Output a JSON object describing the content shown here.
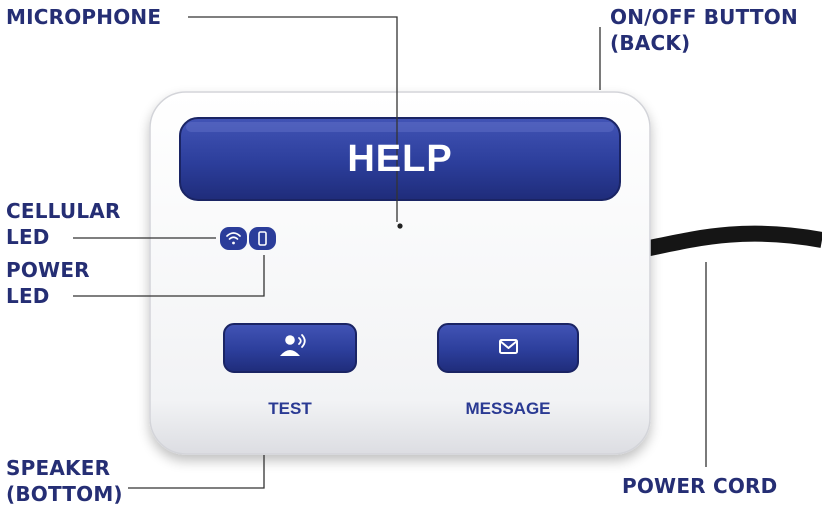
{
  "labels": {
    "microphone": "MICROPHONE",
    "on_off_line1": "ON/OFF BUTTON",
    "on_off_line2": "(BACK)",
    "cellular_line1": "CELLULAR",
    "cellular_line2": "LED",
    "power_line1": "POWER",
    "power_line2": "LED",
    "speaker_line1": "SPEAKER",
    "speaker_line2": "(BOTTOM)",
    "power_cord": "POWER CORD"
  },
  "device": {
    "help_label": "HELP",
    "test_label": "TEST",
    "message_label": "MESSAGE"
  },
  "colors": {
    "label_text": "#252e74",
    "button_blue": "#2b3d9a",
    "device_body": "#f7f7f8",
    "leader_line": "#333333",
    "cord": "#151515"
  },
  "icons": {
    "test_button": "person-speaking-icon",
    "message_button": "envelope-icon",
    "cellular_led": "wifi-signal-icon",
    "power_led": "battery-icon"
  }
}
